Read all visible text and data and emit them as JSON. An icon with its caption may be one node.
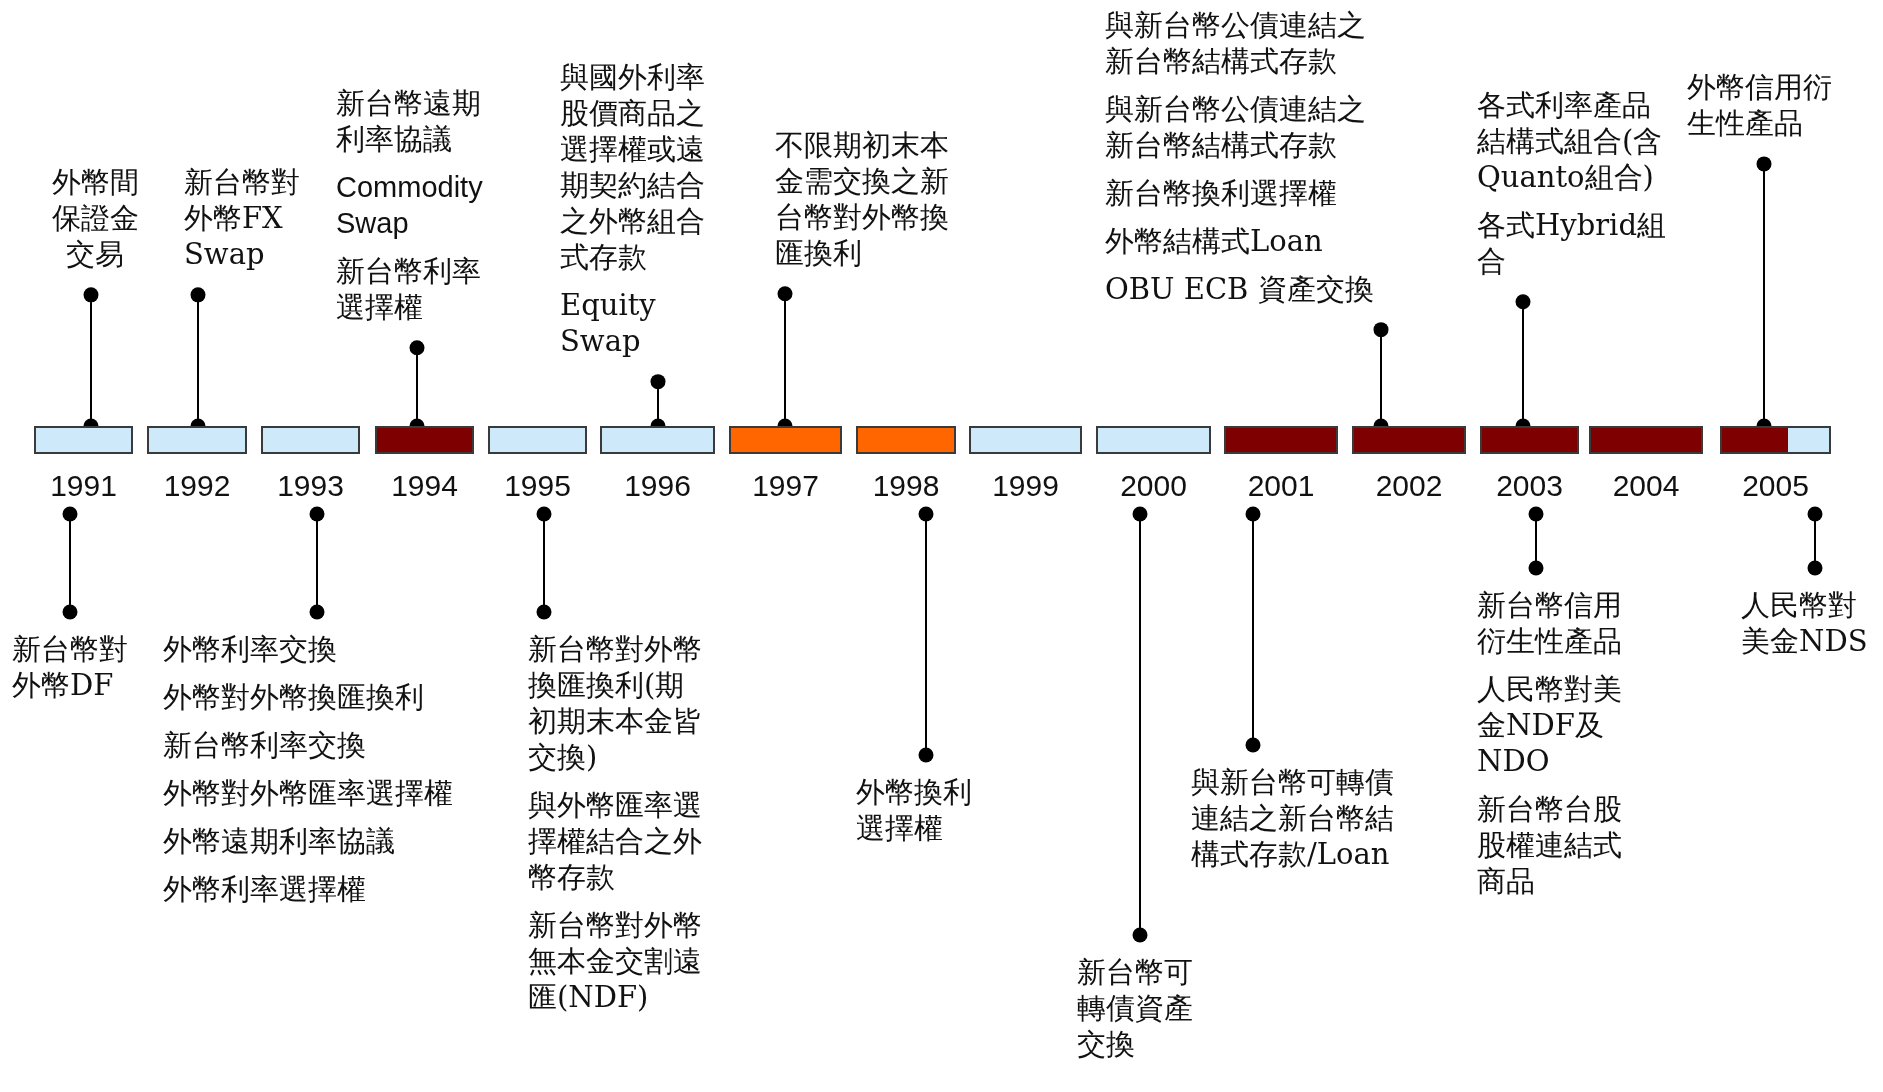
{
  "diagram": {
    "nodes": [
      {
        "text": [
          "1991"
        ]
      },
      {
        "text": [
          "1992"
        ]
      },
      {
        "text": [
          "1993"
        ]
      },
      {
        "text": [
          "1994"
        ]
      },
      {
        "text": [
          "1995"
        ]
      },
      {
        "text": [
          "1996"
        ]
      },
      {
        "text": [
          "1997"
        ]
      },
      {
        "text": [
          "1998"
        ]
      },
      {
        "text": [
          "1999"
        ]
      },
      {
        "text": [
          "2000"
        ]
      },
      {
        "text": [
          "2001"
        ]
      },
      {
        "text": [
          "2002"
        ]
      },
      {
        "text": [
          "2003"
        ]
      },
      {
        "text": [
          "2004"
        ]
      },
      {
        "text": [
          "2005"
        ]
      },
      {
        "text": [
          "外幣間保證金交易"
        ]
      },
      {
        "text": [
          "新台幣對外幣FX Swap"
        ]
      },
      {
        "text": [
          "新台幣遠期利率協議",
          "Commodity Swap",
          "新台幣利率選擇權"
        ]
      },
      {
        "text": [
          "與國外利率股價商品之選擇權或遠期契約結合之外幣組合式存款",
          "Equity Swap"
        ]
      },
      {
        "text": [
          "不限期初末本金需交換之新台幣對外幣換匯換利"
        ]
      },
      {
        "text": [
          "與新台幣公債連結之新台幣結構式存款",
          "與新台幣公債連結之新台幣結構式存款",
          "新台幣換利選擇權",
          "外幣結構式Loan",
          "OBU ECB 資產交換"
        ]
      },
      {
        "text": [
          "各式利率產品結構式組合(含Quanto組合)",
          "各式Hybrid組合"
        ]
      },
      {
        "text": [
          "外幣信用衍生性產品"
        ]
      },
      {
        "text": [
          "新台幣對外幣DF"
        ]
      },
      {
        "text": [
          "外幣利率交換",
          "外幣對外幣換匯換利",
          "新台幣利率交換",
          "外幣對外幣匯率選擇權",
          "外幣遠期利率協議",
          "外幣利率選擇權"
        ]
      },
      {
        "text": [
          "新台幣對外幣換匯換利(期初期末本金皆交換)",
          "與外幣匯率選擇權結合之外幣存款",
          "新台幣對外幣無本金交割遠匯(NDF)"
        ]
      },
      {
        "text": [
          "外幣換利選擇權"
        ]
      },
      {
        "text": [
          "新台幣可轉債資產交換"
        ]
      },
      {
        "text": [
          "與新台幣可轉債連結之新台幣結構式存款/Loan"
        ]
      },
      {
        "text": [
          "新台幣信用衍生性產品",
          "人民幣對美金NDF及NDO",
          "新台幣台股股權連結式商品"
        ]
      },
      {
        "text": [
          "人民幣對美金NDS"
        ]
      }
    ],
    "edges": [
      {
        "from": 15,
        "to": 0,
        "arrow": "other"
      },
      {
        "from": 16,
        "to": 1,
        "arrow": "other"
      },
      {
        "from": 17,
        "to": 3,
        "arrow": "other"
      },
      {
        "from": 18,
        "to": 5,
        "arrow": "other"
      },
      {
        "from": 19,
        "to": 6,
        "arrow": "other"
      },
      {
        "from": 20,
        "to": 11,
        "arrow": "other"
      },
      {
        "from": 21,
        "to": 12,
        "arrow": "other"
      },
      {
        "from": 22,
        "to": 14,
        "arrow": "other"
      },
      {
        "from": 23,
        "to": 0,
        "arrow": "other"
      },
      {
        "from": 24,
        "to": 2,
        "arrow": "other"
      },
      {
        "from": 25,
        "to": 4,
        "arrow": "other"
      },
      {
        "from": 26,
        "to": 7,
        "arrow": "other"
      },
      {
        "from": 27,
        "to": 9,
        "arrow": "other"
      },
      {
        "from": 28,
        "to": 10,
        "arrow": "other"
      },
      {
        "from": 29,
        "to": 12,
        "arrow": "other"
      },
      {
        "from": 30,
        "to": 14,
        "arrow": "other"
      }
    ]
  }
}
